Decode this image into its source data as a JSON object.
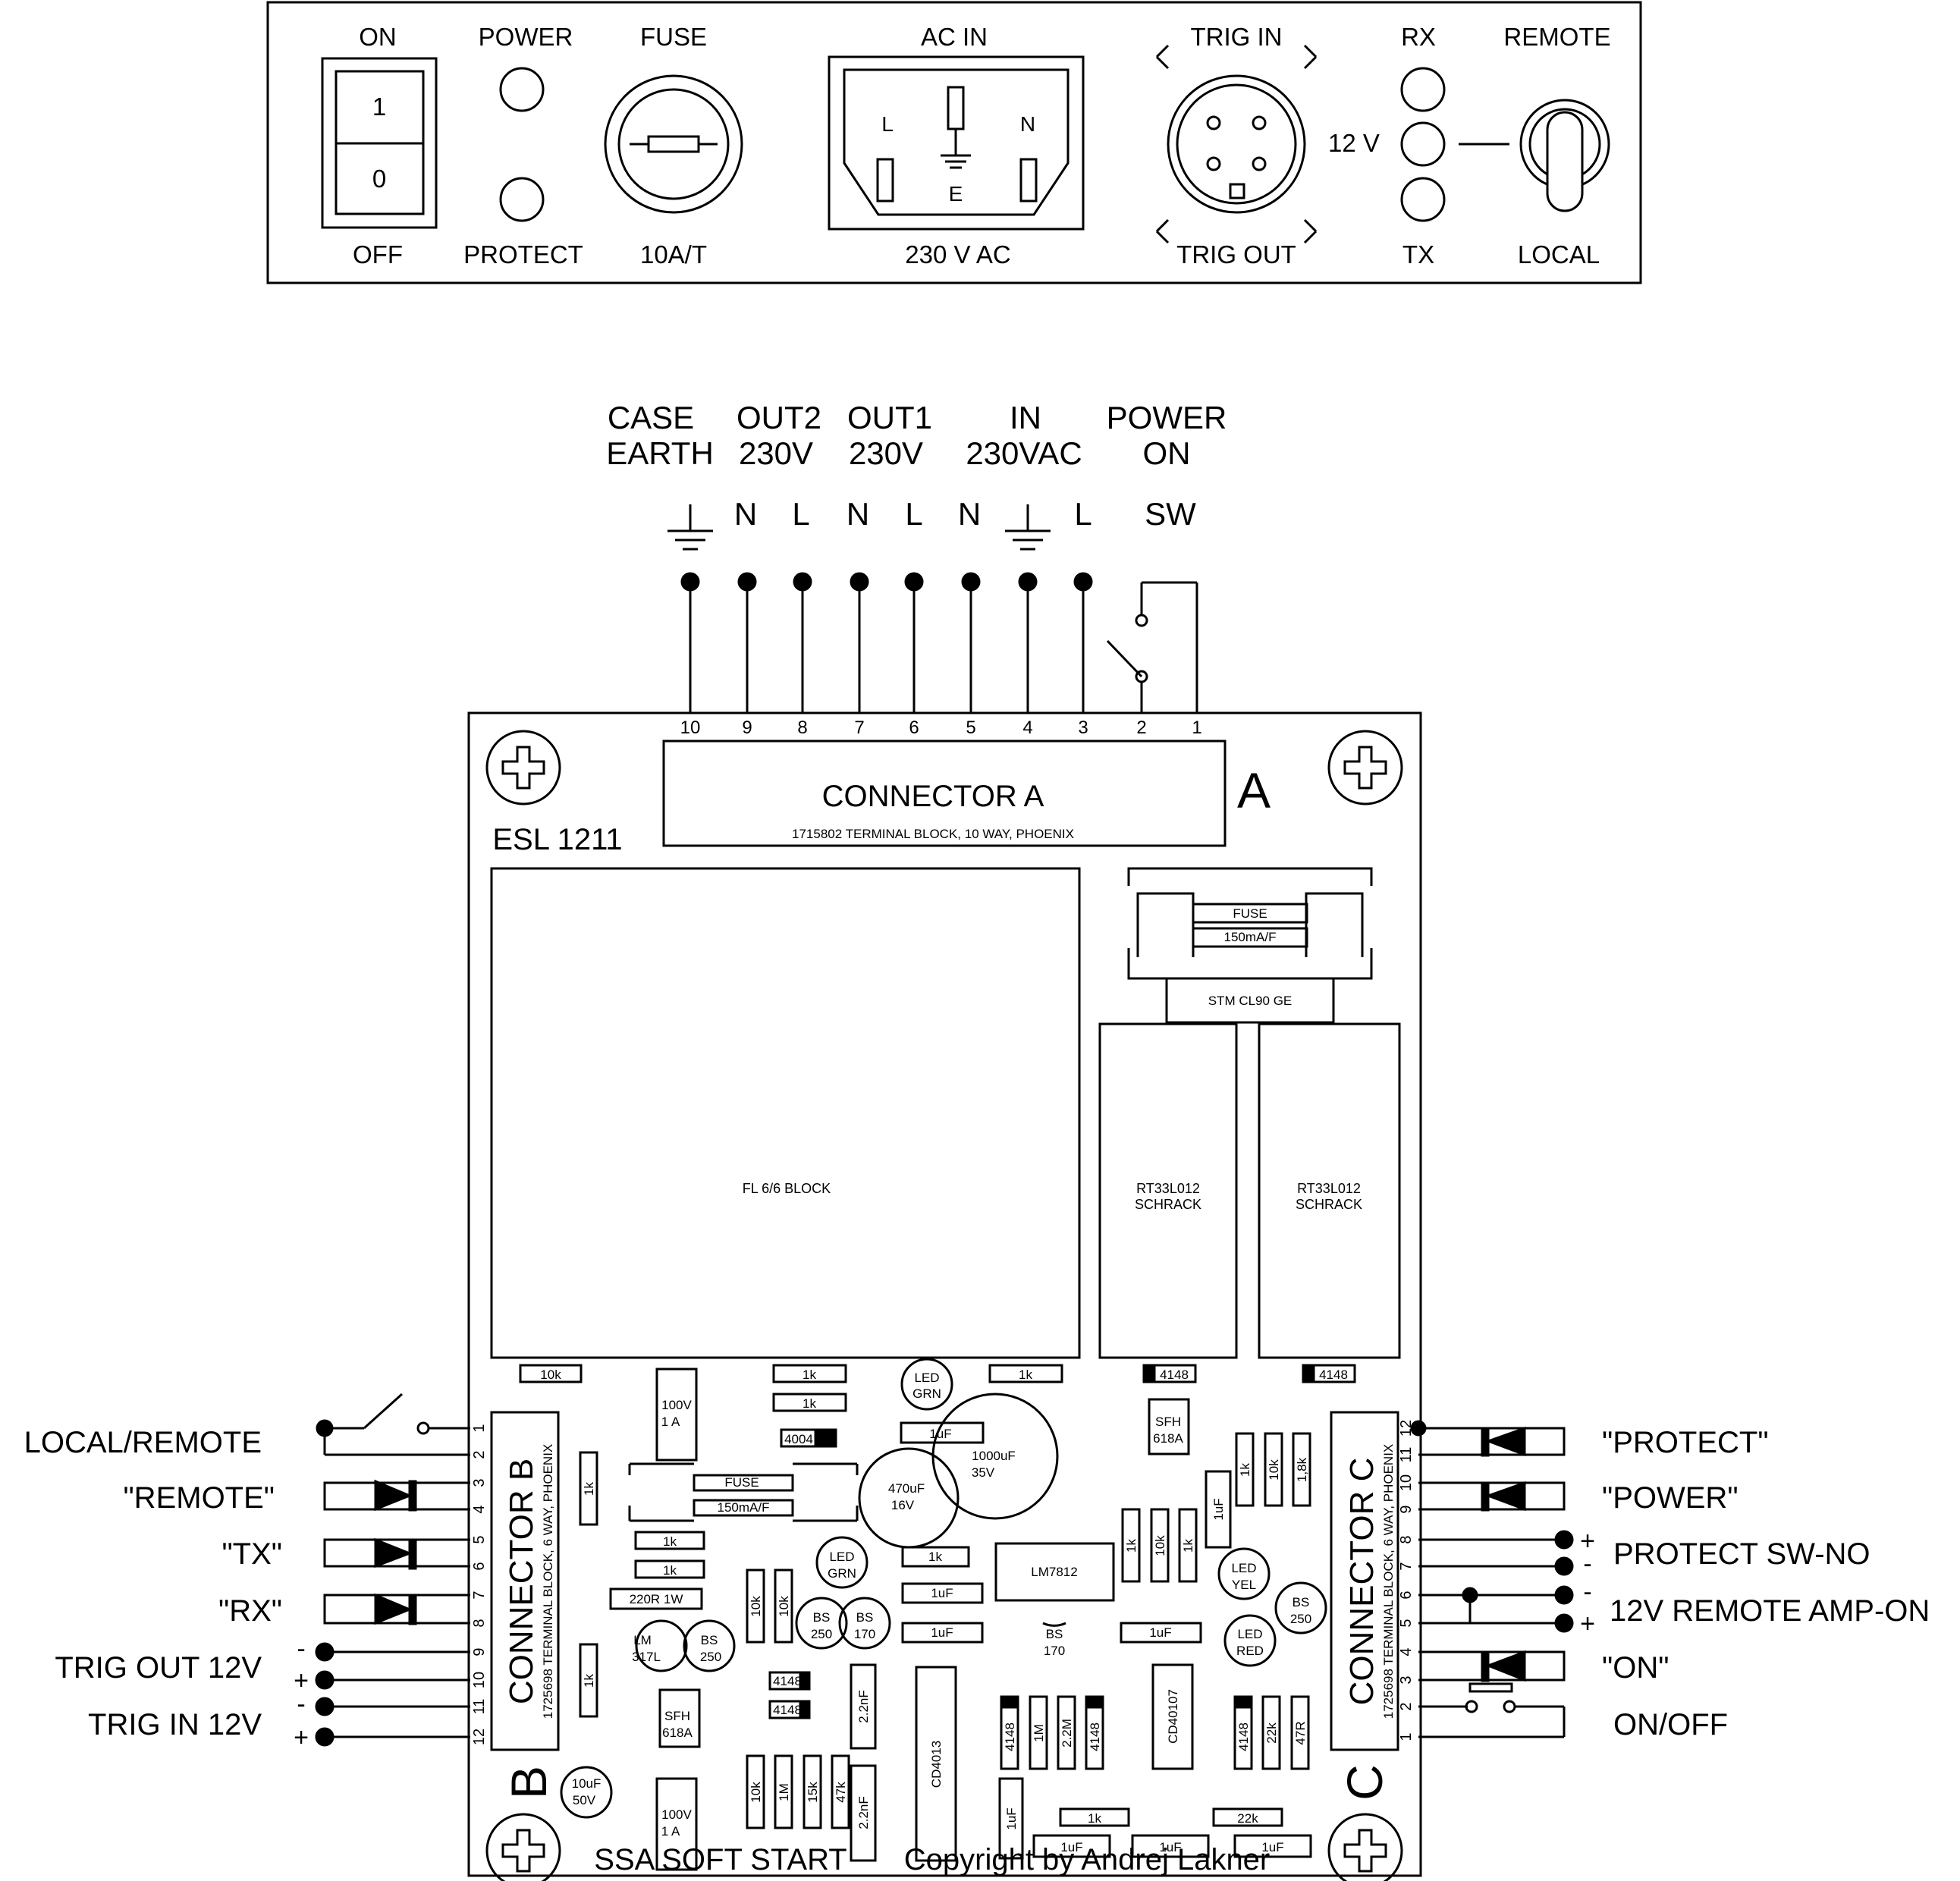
{
  "front_panel": {
    "on_label": "ON",
    "off_label": "OFF",
    "switch_one": "1",
    "switch_zero": "0",
    "power_label": "POWER",
    "protect_label": "PROTECT",
    "fuse_label": "FUSE",
    "fuse_rating": "10A/T",
    "ac_in_label": "AC IN",
    "ac_voltage": "230 V AC",
    "ac_l": "L",
    "ac_n": "N",
    "ac_e": "E",
    "trig_in_label": "TRIG IN",
    "trig_out_label": "TRIG OUT",
    "rx_label": "RX",
    "tx_label": "TX",
    "v12_label": "12 V",
    "remote_label": "REMOTE",
    "local_label": "LOCAL"
  },
  "connector_a_labels": {
    "case": "CASE",
    "earth": "EARTH",
    "out2": "OUT2",
    "out2_v": "230V",
    "out1": "OUT1",
    "out1_v": "230V",
    "in": "IN",
    "in_v": "230VAC",
    "power": "POWER",
    "power_on": "ON",
    "pins": [
      "N",
      "L",
      "N",
      "L",
      "N",
      "L",
      "SW"
    ],
    "pin_numbers": [
      "10",
      "9",
      "8",
      "7",
      "6",
      "5",
      "4",
      "3",
      "2",
      "1"
    ]
  },
  "board": {
    "model": "ESL 1211",
    "connector_a": "CONNECTOR A",
    "connector_a_sub": "1715802 TERMINAL BLOCK, 10 WAY, PHOENIX",
    "connector_a_letter": "A",
    "connector_b": "CONNECTOR B",
    "connector_b_sub": "1725698 TERMINAL BLOCK, 6 WAY, PHOENIX",
    "connector_b_letter": "B",
    "connector_c": "CONNECTOR C",
    "connector_c_sub": "1725698 TERMINAL BLOCK, 6 WAY, PHOENIX",
    "connector_c_letter": "C",
    "pins_b": [
      "1",
      "2",
      "3",
      "4",
      "5",
      "6",
      "7",
      "8",
      "9",
      "10",
      "11",
      "12"
    ],
    "pins_c": [
      "12",
      "11",
      "10",
      "9",
      "8",
      "7",
      "6",
      "5",
      "4",
      "3",
      "2",
      "1"
    ],
    "filter_block": "FL 6/6 BLOCK",
    "fuse": "FUSE",
    "fuse_rating": "150mA/F",
    "fuse_holder": "STM CL90 GE",
    "relay_1": "RT33L012",
    "relay_1_maker": "SCHRACK",
    "relay_2": "RT33L012",
    "relay_2_maker": "SCHRACK",
    "footer_left": "SSA SOFT START",
    "footer_right": "Copyright by Andrej Lakner"
  },
  "components": {
    "r10k": "10k",
    "r1k": "1k",
    "d4148": "4148",
    "d4004": "4004",
    "led_grn": "LED",
    "led_grn_2": "GRN",
    "led_yel": "YEL",
    "led_red": "RED",
    "sfh": "SFH",
    "sfh_code": "618A",
    "cap_100v": "100V",
    "cap_1a": "1 A",
    "cap_1uf": "1uF",
    "cap_470": "470uF",
    "cap_16v": "16V",
    "cap_1000": "1000uF",
    "cap_35v": "35V",
    "cap_10uf": "10uF",
    "cap_50v": "50V",
    "r220": "220R 1W",
    "lm7812": "LM7812",
    "lm317": "LM",
    "lm317_2": "317L",
    "bs": "BS",
    "bs250": "250",
    "bs170": "170",
    "r1m": "1M",
    "r15k": "15k",
    "r47k": "47k",
    "r22m": "2.2M",
    "r18k": "1,8k",
    "r22k": "22k",
    "r47r": "47R",
    "c22nf": "2.2nF",
    "cd4013": "CD4013",
    "cd40107": "CD40107"
  },
  "left_labels": {
    "local_remote": "LOCAL/REMOTE",
    "remote": "\"REMOTE\"",
    "tx": "\"TX\"",
    "rx": "\"RX\"",
    "trig_out": "TRIG OUT 12V",
    "trig_in": "TRIG IN 12V"
  },
  "right_labels": {
    "protect": "\"PROTECT\"",
    "power": "\"POWER\"",
    "protect_sw": "PROTECT SW-NO",
    "remote_amp": "12V REMOTE AMP-ON",
    "on": "\"ON\"",
    "on_off": "ON/OFF"
  },
  "polarity": {
    "plus": "+",
    "minus": "-"
  }
}
